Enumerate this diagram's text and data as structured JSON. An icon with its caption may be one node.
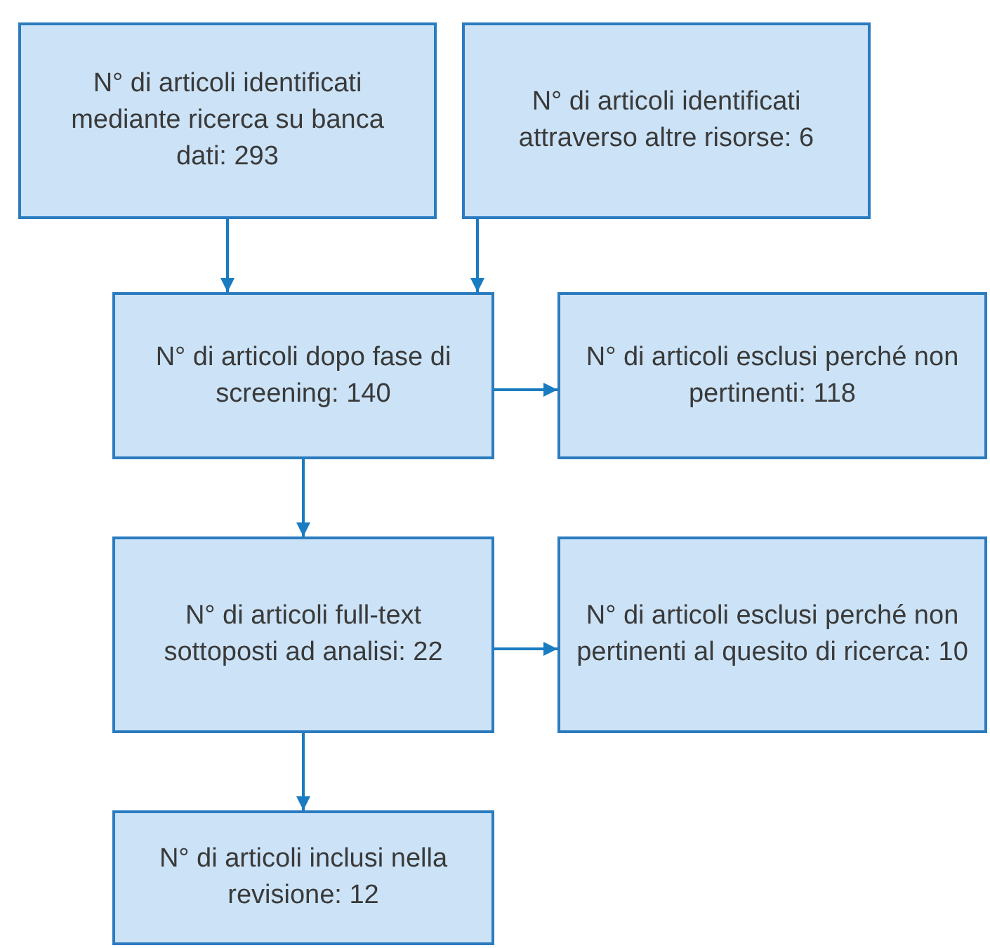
{
  "diagram": {
    "nodes": [
      {
        "text": [
          "N° di articoli identificati mediante ricerca su banca dati: 293"
        ]
      },
      {
        "text": [
          "N° di articoli identificati attraverso altre risorse: 6"
        ]
      },
      {
        "text": [
          "N° di articoli dopo fase di screening: 140"
        ]
      },
      {
        "text": [
          "N° di articoli esclusi perché non pertinenti: 118"
        ]
      },
      {
        "text": [
          "N° di articoli full-text sottoposti ad analisi: 22"
        ]
      },
      {
        "text": [
          "N° di articoli esclusi perché non pertinenti al quesito di ricerca: 10"
        ]
      },
      {
        "text": [
          "N° di articoli inclusi nella revisione: 12"
        ]
      }
    ],
    "edges": [
      {
        "from": 0,
        "to": 2,
        "arrow": "to"
      },
      {
        "from": 1,
        "to": 2,
        "arrow": "to"
      },
      {
        "from": 2,
        "to": 3,
        "arrow": "to"
      },
      {
        "from": 2,
        "to": 4,
        "arrow": "to"
      },
      {
        "from": 4,
        "to": 5,
        "arrow": "to"
      },
      {
        "from": 4,
        "to": 6,
        "arrow": "to"
      }
    ]
  }
}
